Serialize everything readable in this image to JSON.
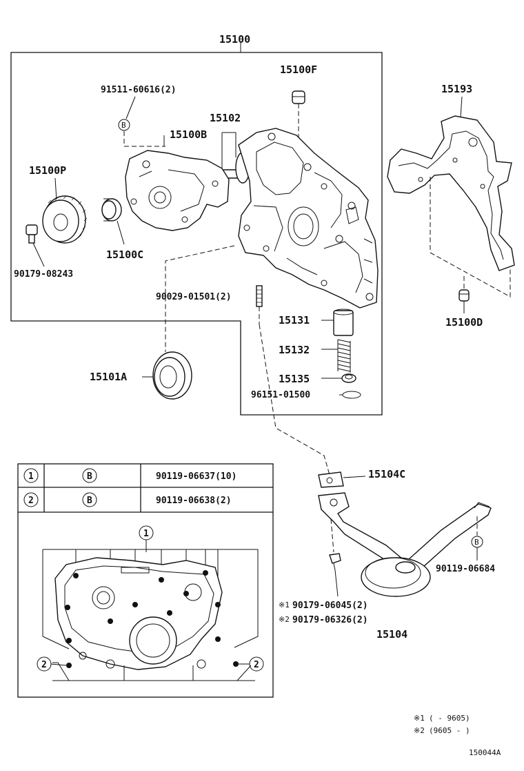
{
  "labels": {
    "assy": "15100",
    "bolt_b": "91511-60616(2)",
    "plug": "15100F",
    "shaft": "15102",
    "rotor_b": "15100B",
    "gear_p": "15100P",
    "rotor_c": "15100C",
    "bolt_90179": "90179-08243",
    "pin_90029": "90029-01501(2)",
    "gasket": "15193",
    "pin_d": "15100D",
    "valve": "15131",
    "spring": "15132",
    "retainer": "15135",
    "snap": "96151-01500",
    "seal": "15101A",
    "strainer_gasket": "15104C",
    "bolt_90119": "90119-06684",
    "nut_1": "90179-06045(2)",
    "nut_2": "90179-06326(2)",
    "strainer": "15104",
    "diagram_id": "150044A"
  },
  "callouts": {
    "circle_b": "B",
    "mark_1": "※1",
    "mark_2": "※2",
    "num_1": "1",
    "num_2": "2"
  },
  "bolt_table": {
    "rows": [
      {
        "ref": "1",
        "mark": "B",
        "part": "90119-06637(10)"
      },
      {
        "ref": "2",
        "mark": "B",
        "part": "90119-06638(2)"
      }
    ]
  },
  "footnotes": [
    {
      "mark": "※1",
      "text": "(      - 9605)"
    },
    {
      "mark": "※2",
      "text": "(9605 -      )"
    }
  ]
}
